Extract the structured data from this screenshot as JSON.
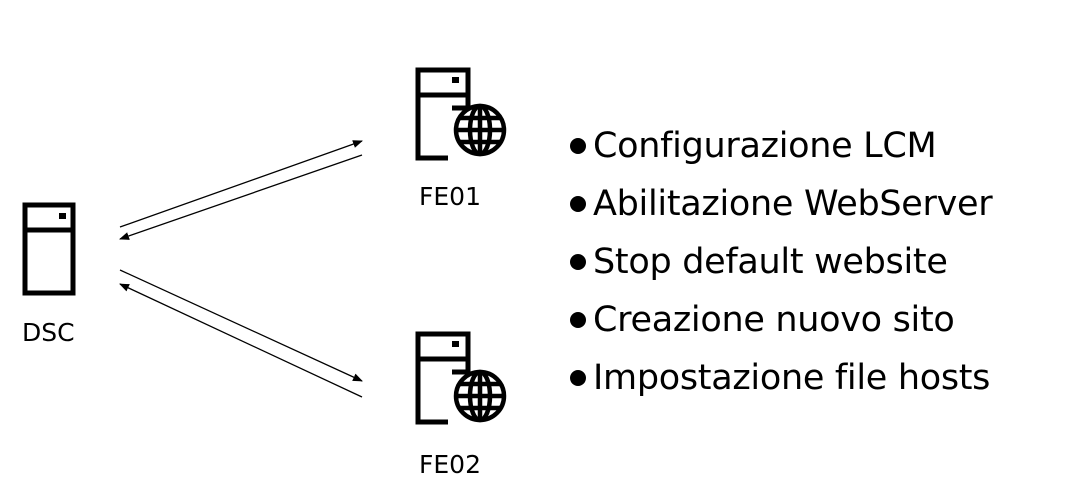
{
  "nodes": {
    "dsc": {
      "label": "DSC",
      "icon": "server-icon"
    },
    "fe01": {
      "label": "FE01",
      "icon": "web-server-icon"
    },
    "fe02": {
      "label": "FE02",
      "icon": "web-server-icon"
    }
  },
  "tasks": [
    "Configurazione LCM",
    "Abilitazione WebServer",
    "Stop default website",
    "Creazione nuovo sito",
    "Impostazione file hosts"
  ],
  "colors": {
    "stroke": "#000000",
    "background": "#ffffff"
  }
}
